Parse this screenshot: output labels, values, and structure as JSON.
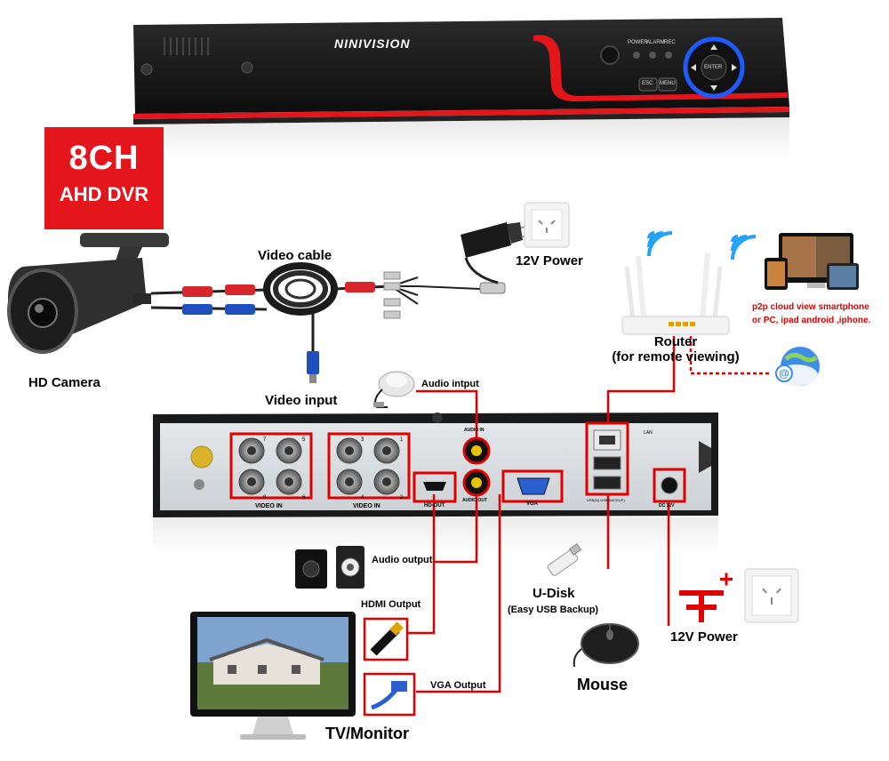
{
  "dvr_front": {
    "brand": "NINIVISION",
    "led_labels": [
      "POWER",
      "ALARM",
      "REC"
    ],
    "btn_esc": "ESC",
    "btn_menu": "MENU",
    "btn_enter": "ENTER"
  },
  "badge": {
    "line1": "8CH",
    "line2": "AHD DVR"
  },
  "labels": {
    "video_cable": "Video cable",
    "power_top": "12V Power",
    "hd_camera": "HD Camera",
    "video_input": "Video input",
    "audio_input": "Audio intput",
    "router": "Router",
    "router_sub": "(for remote viewing)",
    "p2p_line1": "p2p cloud  view smartphone",
    "p2p_line2": "or PC, ipad android ,iphone.",
    "audio_output": "Audio output",
    "hdmi_output": "HDMI Output",
    "vga_output": "VGA Output",
    "udisk": "U-Disk",
    "udisk_sub": "(Easy USB Backup)",
    "mouse": "Mouse",
    "power_bottom": "12V Power",
    "tv_monitor": "TV/Monitor"
  },
  "rear_panel": {
    "video_in_left": "VIDEO IN",
    "video_in_right": "VIDEO IN",
    "bnc_left_numbers": [
      "7",
      "5",
      "8",
      "6"
    ],
    "bnc_right_numbers": [
      "3",
      "1",
      "4",
      "2"
    ],
    "audio_in": "AUDIO IN",
    "audio_out": "AUDIO OUT",
    "hd_out": "HD-OUT",
    "vga": "VGA",
    "lan": "LAN",
    "usb_labels": "USB(M) USB(BACKUP)",
    "dc": "DC 12V"
  },
  "colors": {
    "accent_red": "#e4161c",
    "wire_red": "#e00000",
    "chassis": "#1a1a1a",
    "panel": "#d8dde2"
  }
}
